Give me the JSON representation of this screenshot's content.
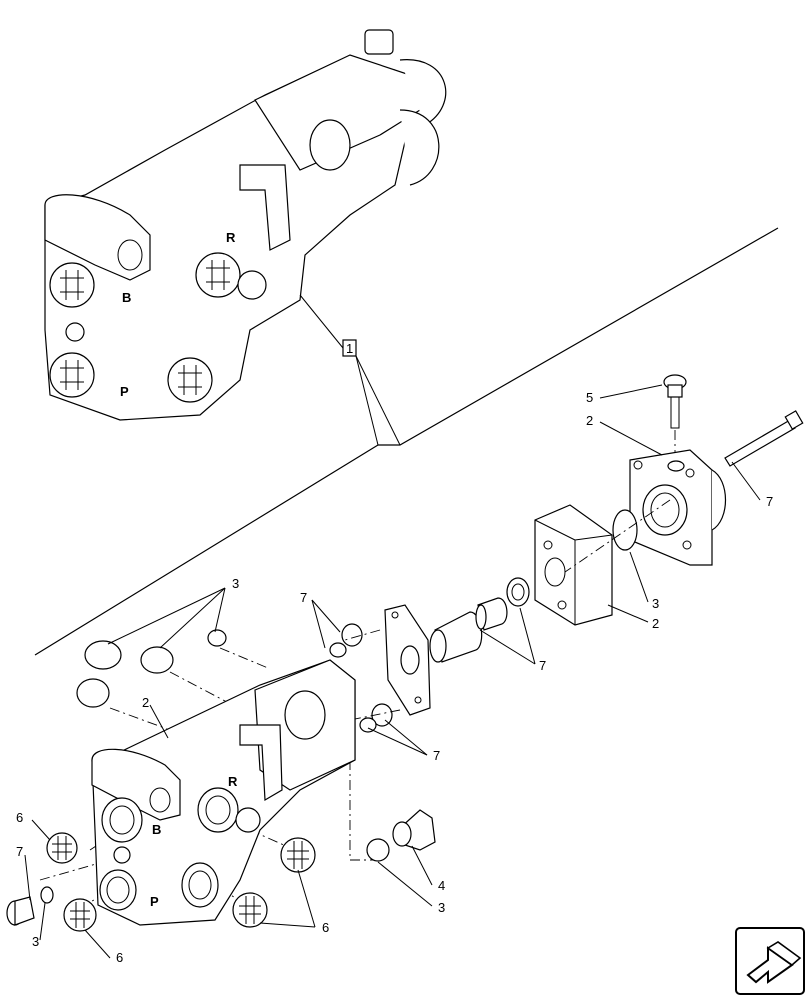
{
  "body_letters": {
    "port_b": "B",
    "port_r": "R",
    "port_p": "P"
  },
  "callouts": {
    "c1": "1",
    "c2": "2",
    "c3": "3",
    "c4": "4",
    "c5": "5",
    "c6": "6",
    "c7": "7"
  },
  "nav_icon": "next-page-arrow-icon"
}
